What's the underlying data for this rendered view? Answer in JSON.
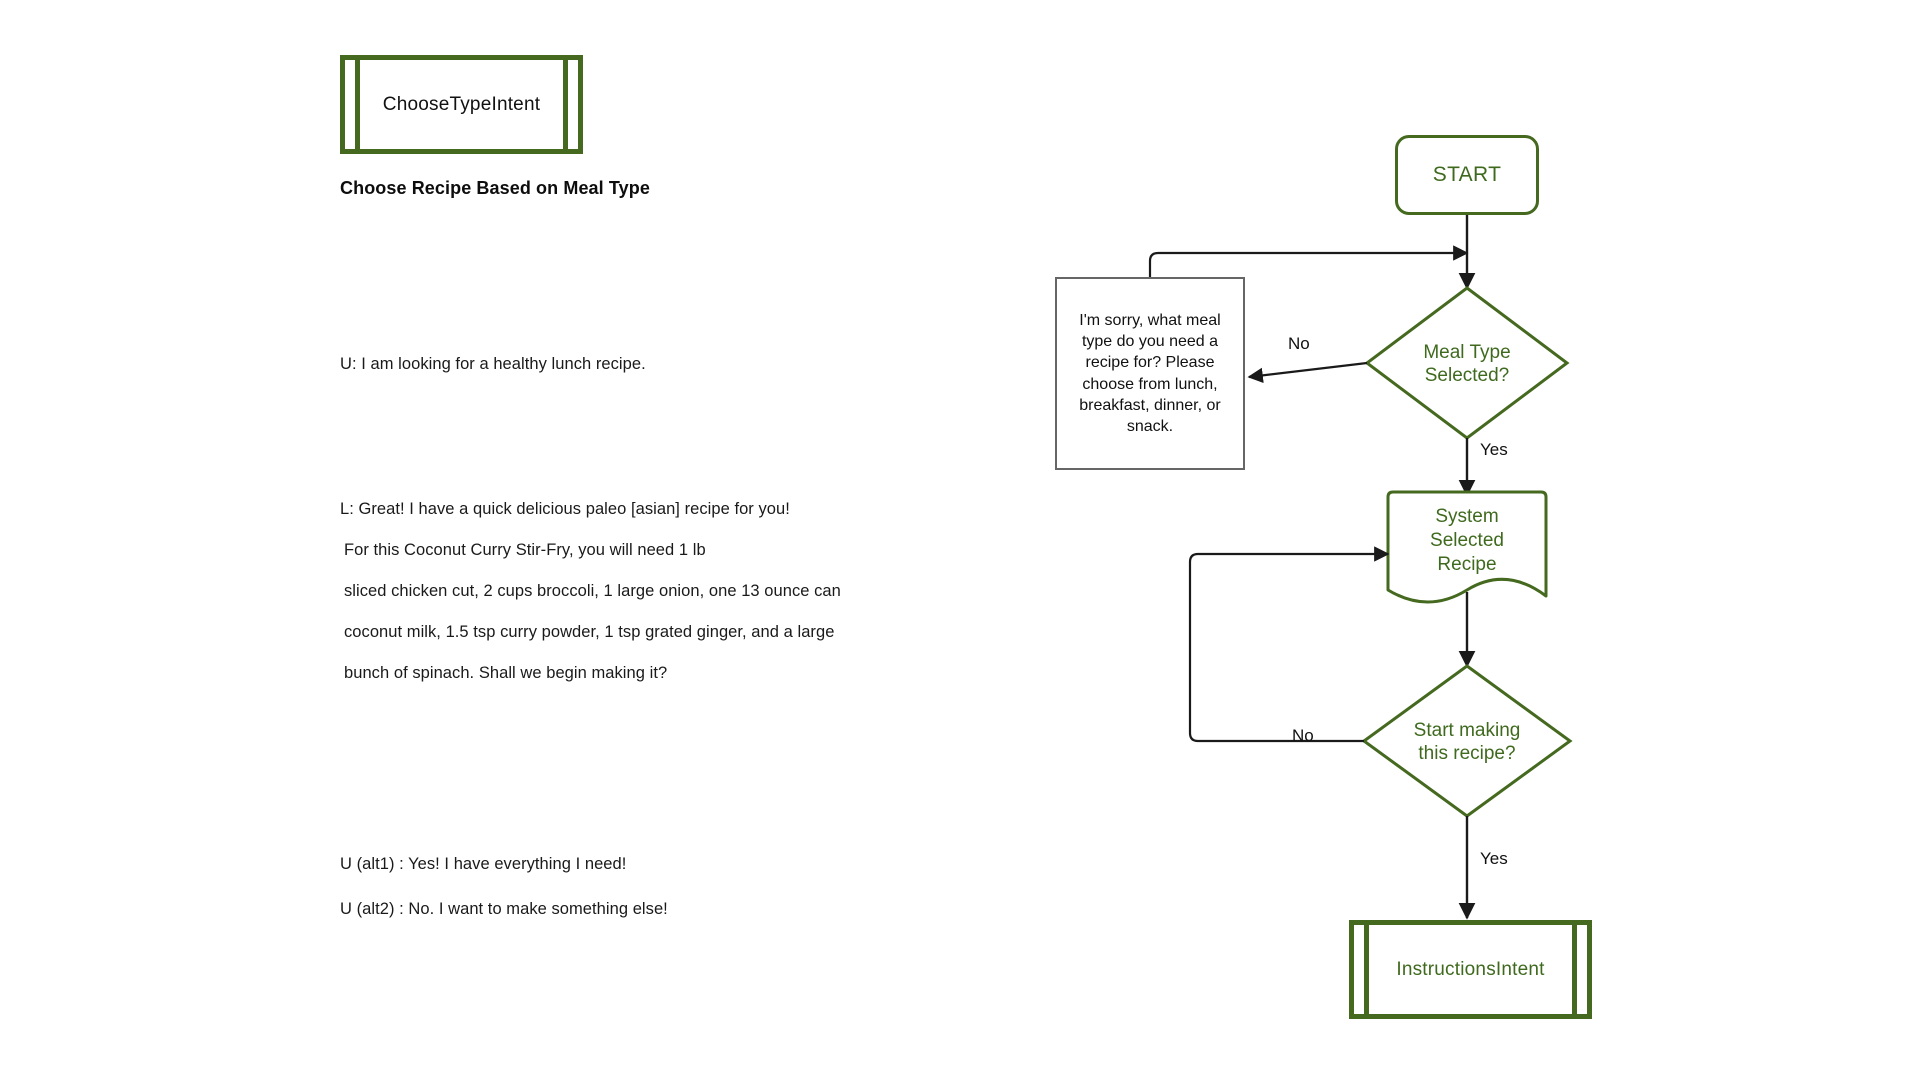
{
  "page": {
    "title": "Choose Recipe Based on Meal Type",
    "intent_card": {
      "label": "ChooseTypeIntent"
    }
  },
  "transcript": {
    "lines": [
      {
        "id": "user-turn-1",
        "text": "U: I am looking for a healthy lunch recipe."
      },
      {
        "id": "system-turn-1-line-1",
        "text": "L: Great! I have a quick delicious paleo [asian] recipe for you!"
      },
      {
        "id": "system-turn-1-line-2",
        "text": "For this Coconut Curry Stir-Fry, you will need 1 lb"
      },
      {
        "id": "system-turn-1-line-3",
        "text": "sliced chicken cut,  2 cups broccoli, 1 large onion, one 13 ounce can"
      },
      {
        "id": "system-turn-1-line-4",
        "text": "coconut milk, 1.5 tsp curry powder, 1 tsp grated ginger, and a large"
      },
      {
        "id": "system-turn-1-line-5",
        "text": "bunch of spinach. Shall we begin making it?"
      },
      {
        "id": "user-turn-2-alt1",
        "text": "U (alt1) : Yes! I have everything I need!"
      },
      {
        "id": "user-turn-2-alt2",
        "text": "U (alt2) : No. I want to make something else!"
      }
    ]
  },
  "flowchart": {
    "nodes": {
      "start": {
        "label": "START",
        "shape": "terminator"
      },
      "prompt": {
        "label": "I'm sorry, what meal type do you need a recipe for? Please choose from lunch, breakfast, dinner, or snack.",
        "shape": "note"
      },
      "meal_type_decision": {
        "label": "Meal Type\nSelected?",
        "line1": "Meal Type",
        "line2": "Selected?",
        "shape": "decision"
      },
      "selected_recipe": {
        "label": "System Selected Recipe",
        "line1": "System",
        "line2": "Selected",
        "line3": "Recipe",
        "shape": "document"
      },
      "start_recipe_decision": {
        "label": "Start making this recipe?",
        "line1": "Start making",
        "line2": "this recipe?",
        "shape": "decision"
      },
      "instructions_intent": {
        "label": "InstructionsIntent",
        "shape": "predefined-process"
      }
    },
    "edge_labels": {
      "meal_type_no": "No",
      "meal_type_yes": "Yes",
      "start_recipe_no": "No",
      "start_recipe_yes": "Yes"
    }
  },
  "colors": {
    "accent_green": "#44691f",
    "node_text_green": "#3f6a1e",
    "note_border_gray": "#666666",
    "connector_black": "#1a1a1a",
    "background": "#ffffff"
  }
}
